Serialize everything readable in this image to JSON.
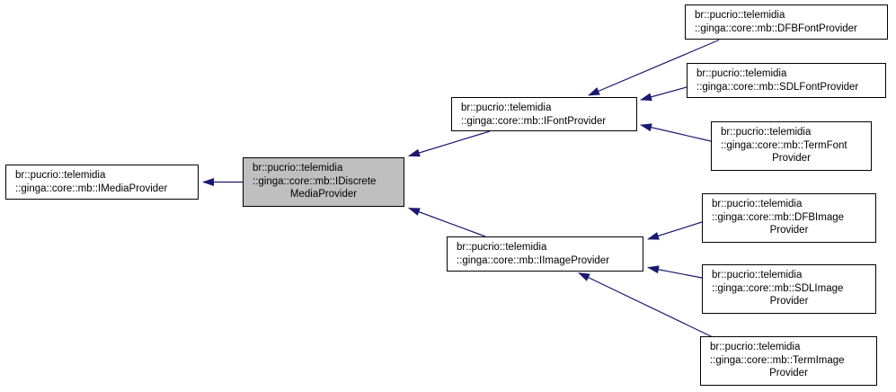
{
  "diagram": {
    "type": "class-inheritance-graph",
    "colors": {
      "background": "#ffffff",
      "node_border": "#000000",
      "node_fill": "#ffffff",
      "highlight_node_fill": "#bfbfbf",
      "edge": "#191970",
      "text": "#000000"
    },
    "nodes": {
      "imediaprovider": {
        "lines": [
          "br::pucrio::telemidia",
          "::ginga::core::mb::IMediaProvider"
        ],
        "highlighted": false
      },
      "idiscretemediaprovider": {
        "lines": [
          "br::pucrio::telemidia",
          "::ginga::core::mb::IDiscrete",
          "MediaProvider"
        ],
        "highlighted": true
      },
      "ifontprovider": {
        "lines": [
          "br::pucrio::telemidia",
          "::ginga::core::mb::IFontProvider"
        ],
        "highlighted": false
      },
      "dfbfontprovider": {
        "lines": [
          "br::pucrio::telemidia",
          "::ginga::core::mb::DFBFontProvider"
        ],
        "highlighted": false
      },
      "sdlfontprovider": {
        "lines": [
          "br::pucrio::telemidia",
          "::ginga::core::mb::SDLFontProvider"
        ],
        "highlighted": false
      },
      "termfontprovider": {
        "lines": [
          "br::pucrio::telemidia",
          "::ginga::core::mb::TermFont",
          "Provider"
        ],
        "highlighted": false
      },
      "iimageprovider": {
        "lines": [
          "br::pucrio::telemidia",
          "::ginga::core::mb::IImageProvider"
        ],
        "highlighted": false
      },
      "dfbimageprovider": {
        "lines": [
          "br::pucrio::telemidia",
          "::ginga::core::mb::DFBImage",
          "Provider"
        ],
        "highlighted": false
      },
      "sdlimageprovider": {
        "lines": [
          "br::pucrio::telemidia",
          "::ginga::core::mb::SDLImage",
          "Provider"
        ],
        "highlighted": false
      },
      "termimageprovider": {
        "lines": [
          "br::pucrio::telemidia",
          "::ginga::core::mb::TermImage",
          "Provider"
        ],
        "highlighted": false
      }
    },
    "edges": [
      {
        "from": "idiscretemediaprovider",
        "to": "imediaprovider"
      },
      {
        "from": "ifontprovider",
        "to": "idiscretemediaprovider"
      },
      {
        "from": "iimageprovider",
        "to": "idiscretemediaprovider"
      },
      {
        "from": "dfbfontprovider",
        "to": "ifontprovider"
      },
      {
        "from": "sdlfontprovider",
        "to": "ifontprovider"
      },
      {
        "from": "termfontprovider",
        "to": "ifontprovider"
      },
      {
        "from": "dfbimageprovider",
        "to": "iimageprovider"
      },
      {
        "from": "sdlimageprovider",
        "to": "iimageprovider"
      },
      {
        "from": "termimageprovider",
        "to": "iimageprovider"
      }
    ]
  }
}
